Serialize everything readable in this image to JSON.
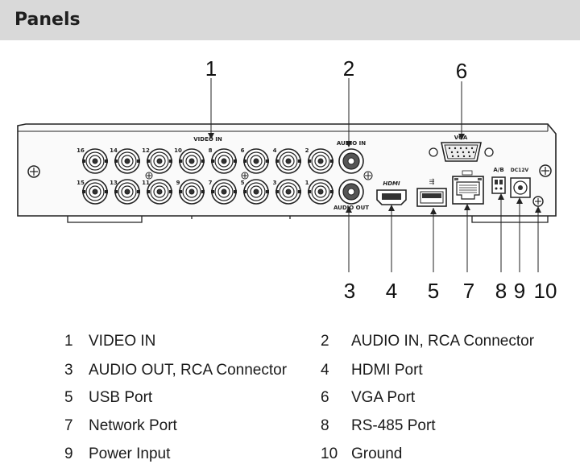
{
  "header": {
    "title": "Panels"
  },
  "panel_labels": {
    "video_in": "VIDEO IN",
    "audio_in": "AUDIO IN",
    "audio_out": "AUDIO OUT",
    "vga": "VGA",
    "hdmi": "HDMI",
    "rs485": "A/B",
    "dc": "DC12V"
  },
  "bnc_top_numbers": [
    "16",
    "14",
    "12",
    "10",
    "8",
    "6",
    "4",
    "2"
  ],
  "bnc_bottom_numbers": [
    "15",
    "13",
    "11",
    "9",
    "7",
    "5",
    "3",
    "1"
  ],
  "callouts": [
    "1",
    "2",
    "3",
    "4",
    "5",
    "6",
    "7",
    "8",
    "9",
    "10"
  ],
  "legend": [
    {
      "num": "1",
      "label": "VIDEO IN"
    },
    {
      "num": "2",
      "label": "AUDIO IN, RCA Connector"
    },
    {
      "num": "3",
      "label": "AUDIO OUT, RCA Connector"
    },
    {
      "num": "4",
      "label": "HDMI Port"
    },
    {
      "num": "5",
      "label": "USB Port"
    },
    {
      "num": "6",
      "label": "VGA Port"
    },
    {
      "num": "7",
      "label": "Network Port"
    },
    {
      "num": "8",
      "label": "RS-485 Port"
    },
    {
      "num": "9",
      "label": "Power Input"
    },
    {
      "num": "10",
      "label": "Ground"
    }
  ]
}
